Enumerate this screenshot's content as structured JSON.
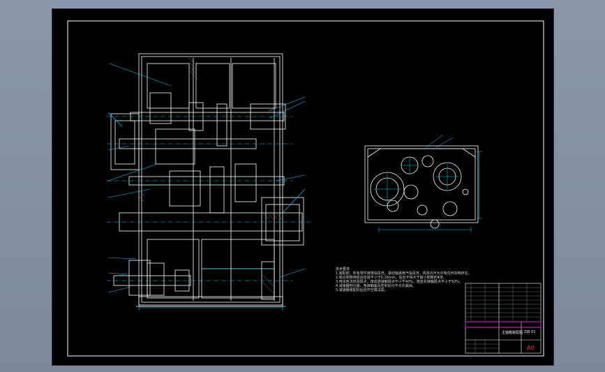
{
  "drawing": {
    "notes_heading": "技术要求",
    "notes": [
      "1.装配前，所有零件用煤油清洗，滚动轴承用汽油清洗，机体内不允许有任何杂物存在。",
      "2.啮合侧隙用铅丝检验不小于0.16mm，铅丝不得大于最小侧隙的4倍。",
      "3.用涂色法检验斑点，按齿高接触斑点不小于40%，按齿长接触斑点不小于50%。",
      "4.减速器剖分面，各接触面及密封处均不允许漏油。",
      "5.减速器装配好后应作空载试验。"
    ],
    "title_block": {
      "drawing_name": "主轴箱装配图",
      "drawing_no": "ZJB-01",
      "sheet_size": "A0"
    },
    "colors": {
      "sheet": "#000000",
      "outline": "#ffffff",
      "dimension": "#00d8ff",
      "leader": "#00c8ff",
      "accent": "#ff00ff",
      "size_text": "#ff3030"
    }
  }
}
